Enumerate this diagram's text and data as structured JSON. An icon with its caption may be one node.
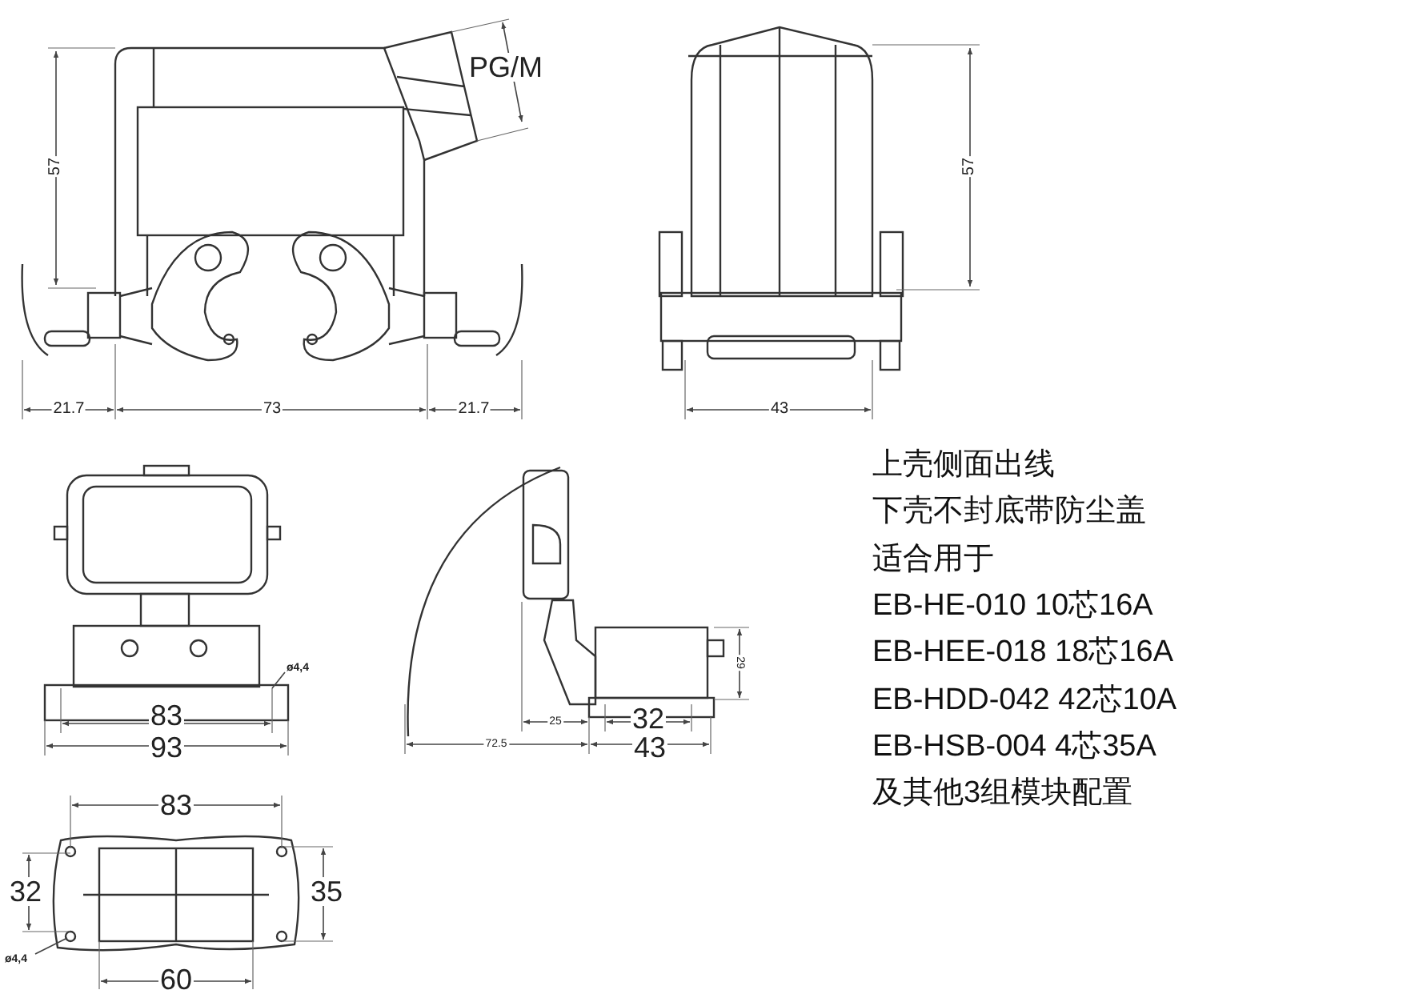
{
  "diagram": {
    "nodes": [
      {
        "text": [
          "ø4,4"
        ]
      },
      {
        "text": [
          "ø4,4"
        ]
      }
    ],
    "edges": [
      {
        "from": 0,
        "to": null,
        "arrow": "none"
      },
      {
        "from": 1,
        "to": null,
        "arrow": "none"
      }
    ],
    "labels": [
      "PG/M",
      "57",
      "57",
      "21.7",
      "73",
      "21.7",
      "43",
      "83",
      "93",
      "29",
      "25",
      "32",
      "72.5",
      "43",
      "83",
      "32",
      "35",
      "60",
      "上壳侧面出线",
      "下壳不封底带防尘盖",
      "适合用于",
      "EB-HE-010 10芯16A",
      "EB-HEE-018 18芯16A",
      "EB-HDD-042 42芯10A",
      "EB-HSB-004 4芯35A",
      "及其他3组模块配置"
    ]
  }
}
